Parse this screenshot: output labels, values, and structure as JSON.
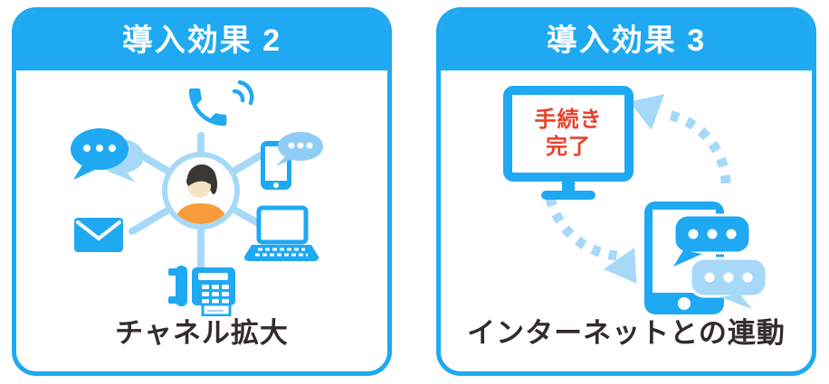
{
  "colors": {
    "primary_blue": "#1FA9F2",
    "light_blue": "#A6D9F8",
    "mid_blue": "#8FCDF7",
    "orange": "#F89B3B",
    "skin": "#F6E3C3",
    "hair": "#3B3734",
    "red": "#E8412B",
    "text_dark": "#322D2A",
    "white": "#FFFFFF"
  },
  "cards": [
    {
      "header": "導入効果 2",
      "caption": "チャネル拡大",
      "icons": [
        "phone-call-icon",
        "chat-bubbles-icon",
        "smartphone-message-icon",
        "envelope-icon",
        "laptop-icon",
        "fax-icon",
        "person-hub-icon"
      ]
    },
    {
      "header": "導入効果 3",
      "caption": "インターネットとの連動",
      "monitor_text": {
        "line1": "手続き",
        "line2": "完了"
      },
      "icons": [
        "monitor-icon",
        "cycle-arrow-left-icon",
        "cycle-arrow-right-icon",
        "smartphone-chat-icon"
      ]
    }
  ]
}
